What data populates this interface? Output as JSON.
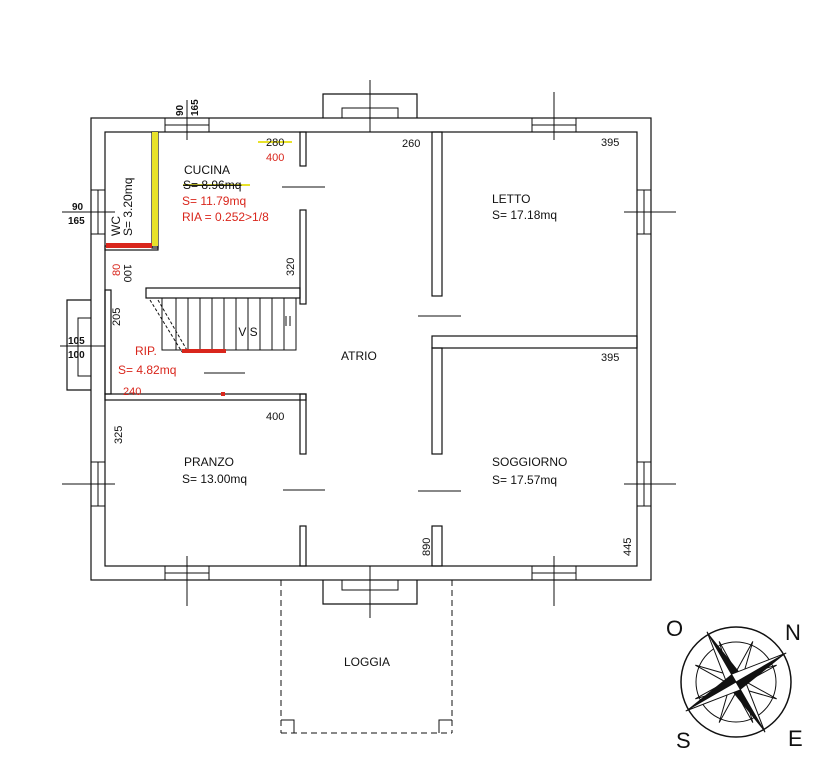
{
  "rooms": {
    "cucina": {
      "name": "CUCINA",
      "area_old": "S= 8.96mq",
      "area": "S= 11.79mq",
      "ria": "RIA = 0.252>1/8"
    },
    "letto": {
      "name": "LETTO",
      "area": "S= 17.18mq"
    },
    "atrio": {
      "name": "ATRIO"
    },
    "rip": {
      "name": "RIP.",
      "area": "S= 4.82mq"
    },
    "pranzo": {
      "name": "PRANZO",
      "area": "S= 13.00mq"
    },
    "soggiorno": {
      "name": "SOGGIORNO",
      "area": "S= 17.57mq"
    },
    "loggia": {
      "name": "LOGGIA"
    },
    "wc": {
      "name": "WC",
      "area": "S= 3.20mq"
    },
    "stair": {
      "label": "V S"
    }
  },
  "dimensions": {
    "d280": "280",
    "d400_red": "400",
    "d260": "260",
    "d395_top": "395",
    "d395_mid": "395",
    "d100": "100",
    "d80": "80",
    "d320": "320",
    "d205": "205",
    "d240": "240",
    "d400": "400",
    "d325": "325",
    "d890": "890",
    "d445": "445"
  },
  "windows": {
    "top_num": "90",
    "top_den": "165",
    "left_num": "90",
    "left_den": "165",
    "door_num": "105",
    "door_den": "100"
  },
  "compass": {
    "n": "N",
    "e": "E",
    "s": "S",
    "o": "O"
  },
  "colors": {
    "wall": "#111111",
    "red": "#d9261c",
    "yellow": "#e8e22a",
    "green": "#4a7a2a"
  }
}
